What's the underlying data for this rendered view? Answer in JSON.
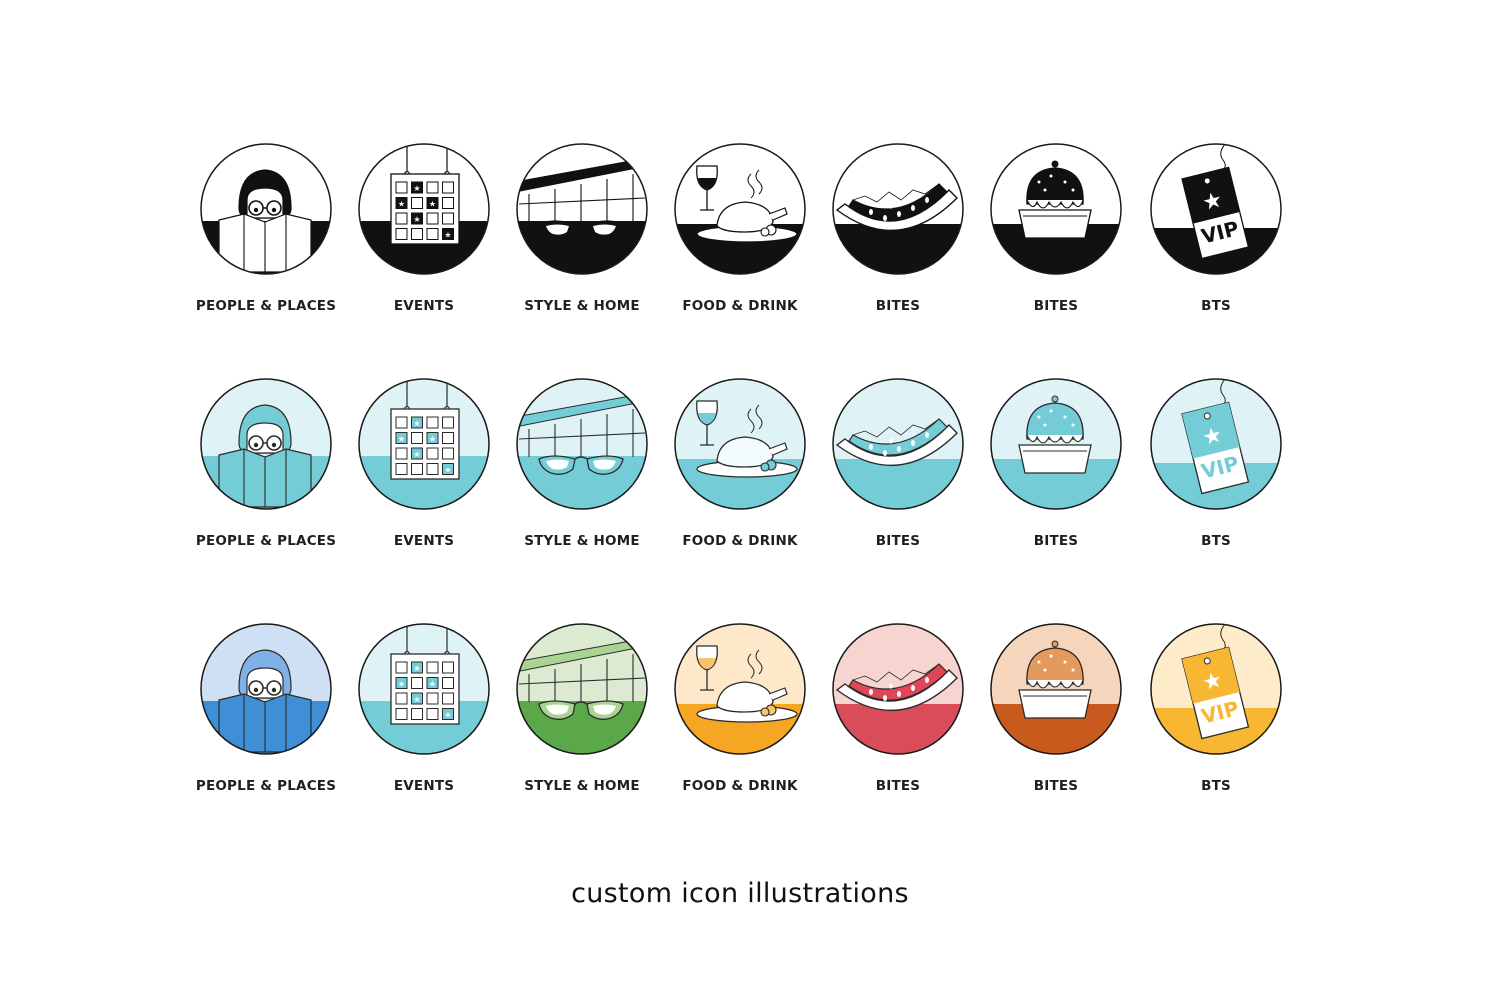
{
  "caption": "custom icon illustrations",
  "themes": [
    {
      "name": "black",
      "top": "#ffffff",
      "bottom": "#111111",
      "figure": "#ffffff",
      "line": "#111111",
      "accent": "#111111"
    },
    {
      "name": "teal",
      "top": "#dff2f5",
      "bottom": "#74cdd6",
      "figure": "#f4fbfc",
      "line": "#2b2b2b",
      "accent": "#74cdd6"
    },
    {
      "name": "color",
      "top": "",
      "bottom": "",
      "figure": "#ffffff",
      "line": "#2b2b2b",
      "accent": ""
    }
  ],
  "rows": [
    {
      "theme": "black",
      "icons": [
        {
          "type": "person",
          "label": "PEOPLE & PLACES"
        },
        {
          "type": "calendar",
          "label": "EVENTS"
        },
        {
          "type": "glasses",
          "label": "STYLE & HOME"
        },
        {
          "type": "turkey",
          "label": "FOOD & DRINK"
        },
        {
          "type": "watermelon",
          "label": "BITES"
        },
        {
          "type": "cupcake",
          "label": "BITES"
        },
        {
          "type": "vip",
          "label": "BTS",
          "tag_text": "VIP"
        }
      ]
    },
    {
      "theme": "teal",
      "icons": [
        {
          "type": "person",
          "label": "PEOPLE & PLACES"
        },
        {
          "type": "calendar",
          "label": "EVENTS"
        },
        {
          "type": "glasses",
          "label": "STYLE & HOME"
        },
        {
          "type": "turkey",
          "label": "FOOD & DRINK"
        },
        {
          "type": "watermelon",
          "label": "BITES"
        },
        {
          "type": "cupcake",
          "label": "BITES"
        },
        {
          "type": "vip",
          "label": "BTS",
          "tag_text": "VIP"
        }
      ]
    },
    {
      "theme": "color",
      "icons": [
        {
          "type": "person",
          "label": "PEOPLE & PLACES",
          "top": "#cfe0f5",
          "bottom": "#3f8fd6",
          "accent": "#7fb0e6"
        },
        {
          "type": "calendar",
          "label": "EVENTS",
          "top": "#dff2f5",
          "bottom": "#74cdd6",
          "accent": "#74cdd6"
        },
        {
          "type": "glasses",
          "label": "STYLE & HOME",
          "top": "#dcead2",
          "bottom": "#5aa84a",
          "accent": "#a9d492"
        },
        {
          "type": "turkey",
          "label": "FOOD & DRINK",
          "top": "#fde9c9",
          "bottom": "#f5a623",
          "accent": "#f7c46a"
        },
        {
          "type": "watermelon",
          "label": "BITES",
          "top": "#f6d4cf",
          "bottom": "#d94d5a",
          "accent": "#e04656"
        },
        {
          "type": "cupcake",
          "label": "BITES",
          "top": "#f5d6bd",
          "bottom": "#c85a1e",
          "accent": "#e39a5c"
        },
        {
          "type": "vip",
          "label": "BTS",
          "tag_text": "VIP",
          "top": "#fdebc9",
          "bottom": "#f7b733",
          "accent": "#f7b733"
        }
      ]
    }
  ]
}
